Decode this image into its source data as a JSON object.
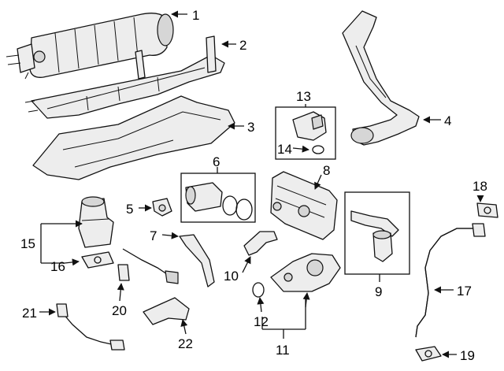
{
  "callouts": {
    "c1": "1",
    "c2": "2",
    "c3": "3",
    "c4": "4",
    "c5": "5",
    "c6": "6",
    "c7": "7",
    "c8": "8",
    "c9": "9",
    "c10": "10",
    "c11": "11",
    "c12": "12",
    "c13": "13",
    "c14": "14",
    "c15": "15",
    "c16": "16",
    "c17": "17",
    "c18": "18",
    "c19": "19",
    "c20": "20",
    "c21": "21",
    "c22": "22"
  },
  "parts": [
    {
      "id": "1",
      "icon": "charcoal-canister-icon"
    },
    {
      "id": "2",
      "icon": "canister-bracket-icon"
    },
    {
      "id": "3",
      "icon": "heat-shield-icon"
    },
    {
      "id": "4",
      "icon": "filler-pipe-icon"
    },
    {
      "id": "5",
      "icon": "sensor-icon"
    },
    {
      "id": "6",
      "icon": "valve-kit-icon"
    },
    {
      "id": "7",
      "icon": "bracket-icon"
    },
    {
      "id": "8",
      "icon": "egr-cooler-icon"
    },
    {
      "id": "9",
      "icon": "hose-kit-icon"
    },
    {
      "id": "10",
      "icon": "hose-icon"
    },
    {
      "id": "11",
      "icon": "egr-valve-assembly-icon"
    },
    {
      "id": "12",
      "icon": "gasket-icon"
    },
    {
      "id": "13",
      "icon": "vacuum-switching-valve-icon"
    },
    {
      "id": "14",
      "icon": "o-ring-icon"
    },
    {
      "id": "15",
      "icon": "egr-valve-icon"
    },
    {
      "id": "16",
      "icon": "gasket-icon"
    },
    {
      "id": "17",
      "icon": "egr-pipe-icon"
    },
    {
      "id": "18",
      "icon": "gasket-icon"
    },
    {
      "id": "19",
      "icon": "gasket-icon"
    },
    {
      "id": "20",
      "icon": "oxygen-sensor-icon"
    },
    {
      "id": "21",
      "icon": "oxygen-sensor-icon"
    },
    {
      "id": "22",
      "icon": "sensor-bracket-icon"
    }
  ]
}
